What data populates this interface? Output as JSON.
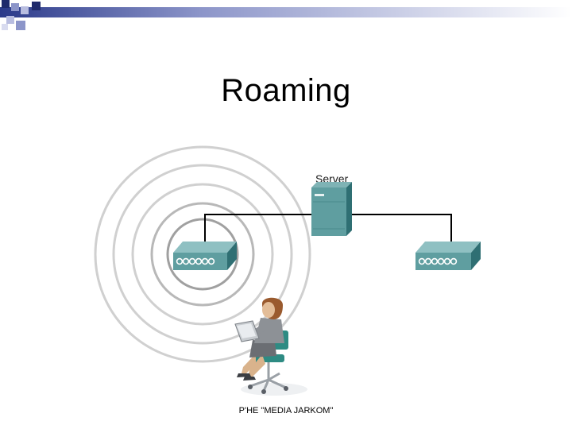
{
  "slide": {
    "title": "Roaming",
    "footer": "P'HE \"MEDIA JARKOM\""
  },
  "diagram": {
    "server_label": "Server",
    "nodes": [
      {
        "name": "server",
        "icon": "server-icon"
      },
      {
        "name": "access-point-left",
        "icon": "access-point-icon"
      },
      {
        "name": "access-point-right",
        "icon": "access-point-icon"
      },
      {
        "name": "mobile-user",
        "icon": "person-with-laptop-icon"
      }
    ],
    "colors": {
      "device_teal": "#5f9ea0",
      "device_dark": "#2f6f73",
      "wifi_rings": "#d0d0d0",
      "accent_navy": "#1f2a6b"
    }
  }
}
